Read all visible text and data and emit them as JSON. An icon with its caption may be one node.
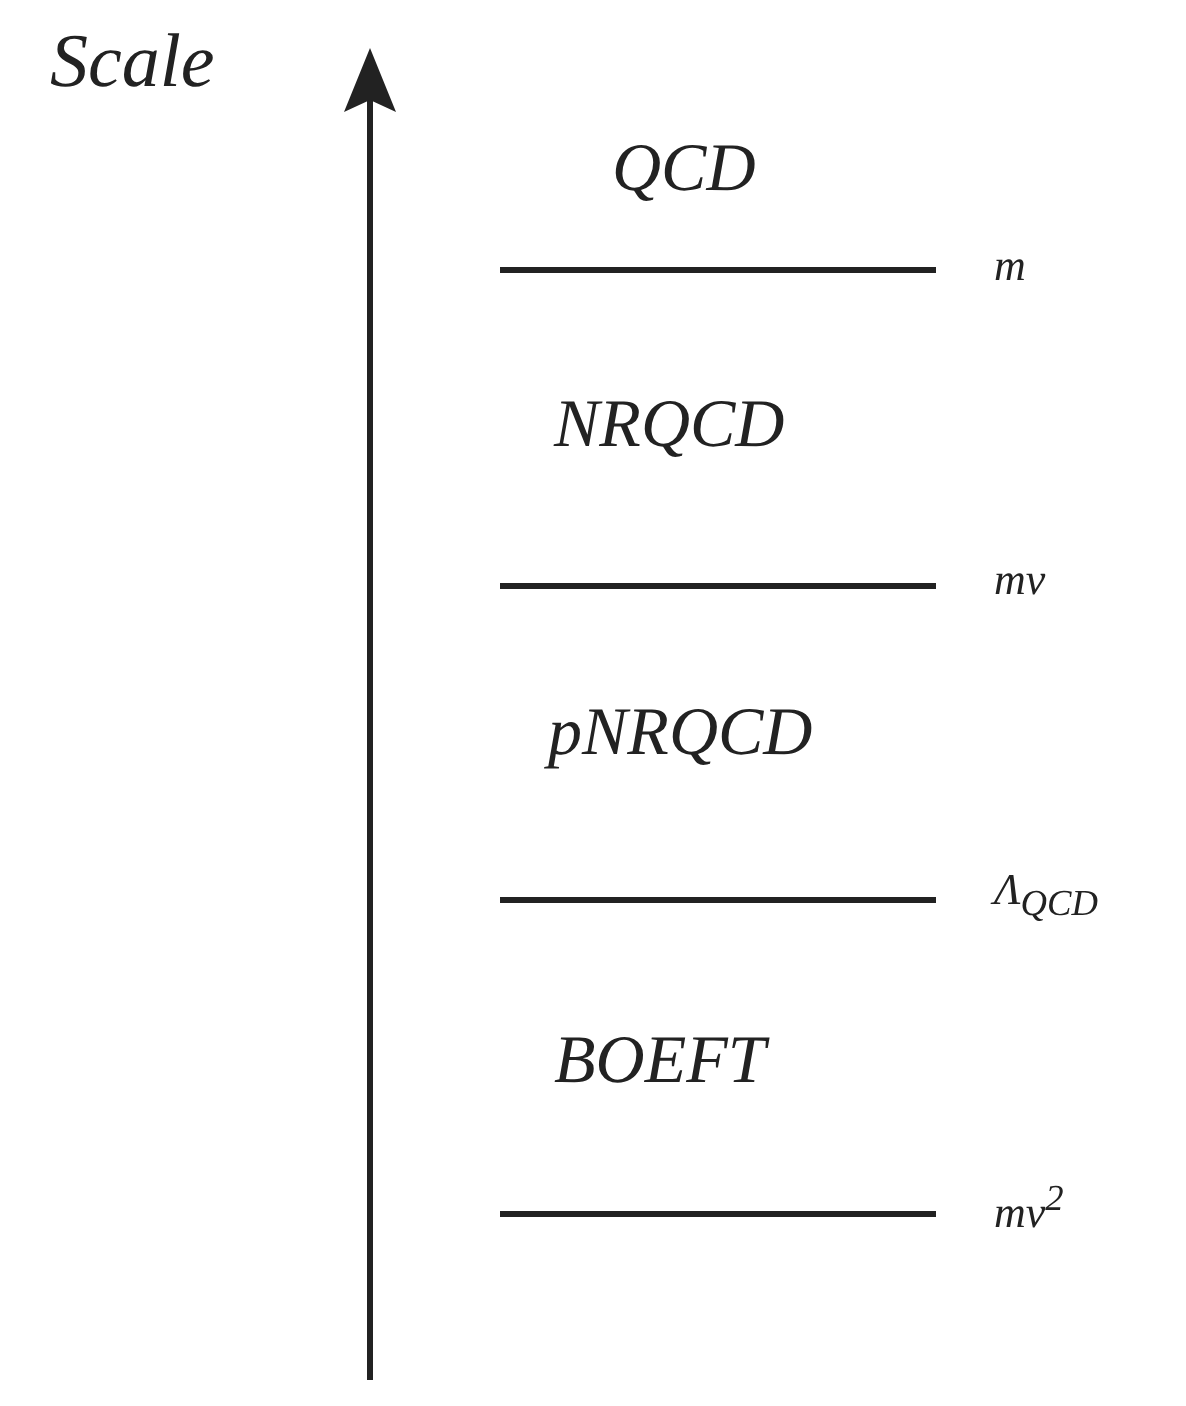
{
  "diagram": {
    "labels": [
      "Scale",
      "QCD",
      "m",
      "NRQCD",
      "mv",
      "pNRQCD",
      "Λ$_{QCD}$",
      "BOEFT",
      "mv$^{2}$"
    ]
  }
}
